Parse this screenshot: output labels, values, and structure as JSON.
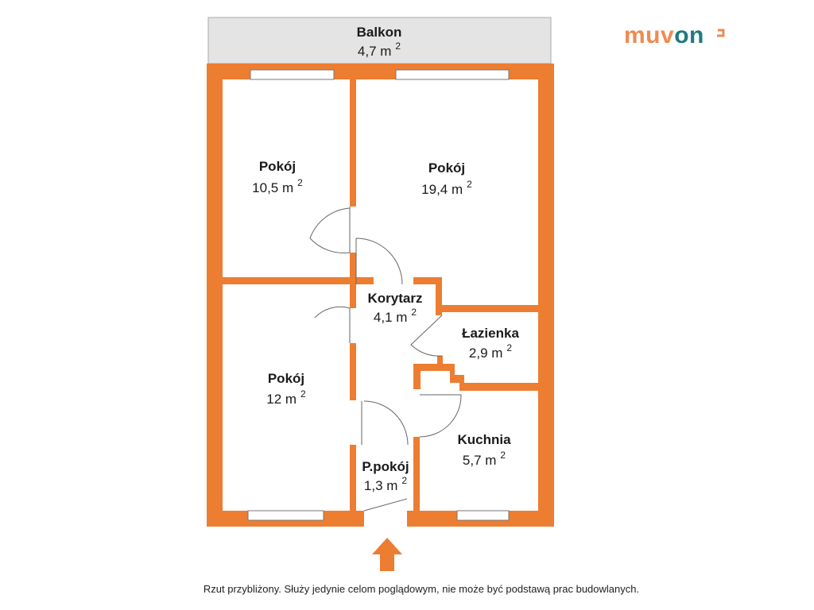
{
  "logo": {
    "part1": "muv",
    "part2": "on",
    "color1": "#ED8B50",
    "color2": "#1F7A80"
  },
  "rooms": [
    {
      "name": "Balkon",
      "area": "4,7 m",
      "unit_sup": "2"
    },
    {
      "name": "Pokój",
      "area": "10,5 m",
      "unit_sup": "2"
    },
    {
      "name": "Pokój",
      "area": "19,4 m",
      "unit_sup": "2"
    },
    {
      "name": "Korytarz",
      "area": "4,1 m",
      "unit_sup": "2"
    },
    {
      "name": "Łazienka",
      "area": "2,9 m",
      "unit_sup": "2"
    },
    {
      "name": "Pokój",
      "area": "12 m",
      "unit_sup": "2"
    },
    {
      "name": "Kuchnia",
      "area": "5,7 m",
      "unit_sup": "2"
    },
    {
      "name": "P.pokój",
      "area": "1,3 m",
      "unit_sup": "2"
    }
  ],
  "wall_color": "#ED7D31",
  "caption": "Rzut przybliżony. Służy jedynie celom poglądowym, nie może być podstawą prac budowlanych."
}
